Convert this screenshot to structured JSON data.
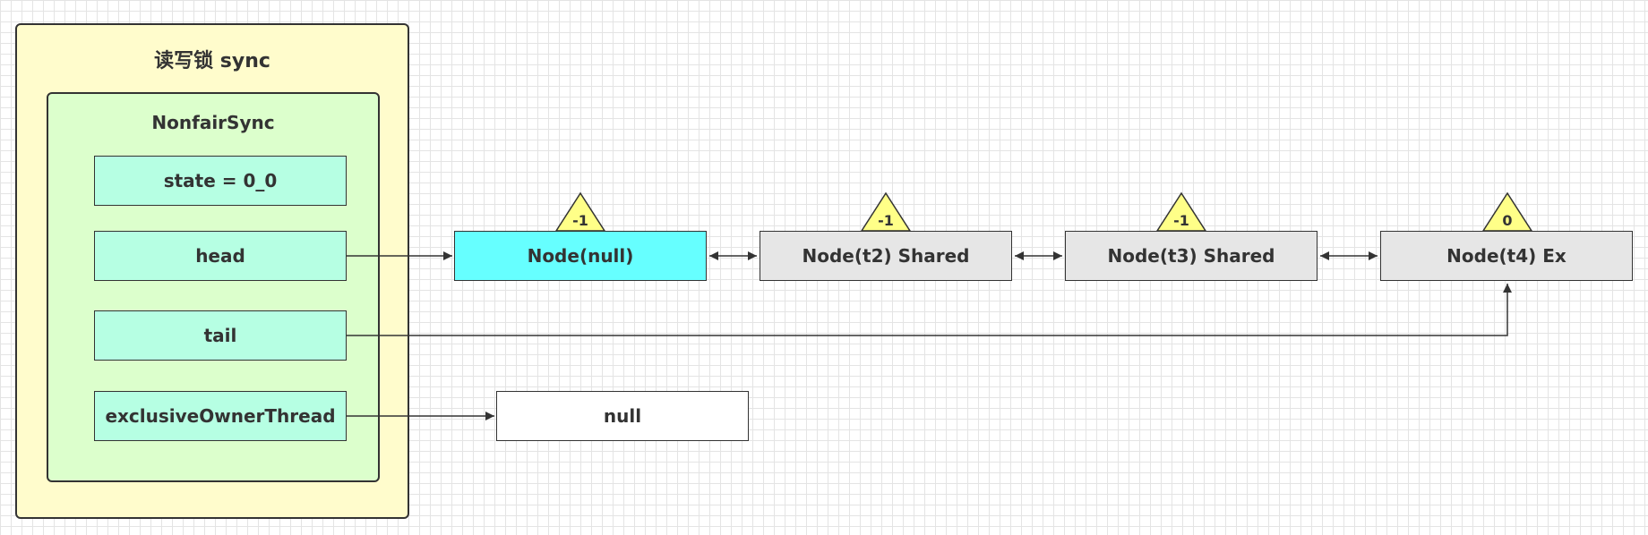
{
  "sync": {
    "title": "读写锁 sync",
    "inner_title": "NonfairSync",
    "fields": {
      "state": "state = 0_0",
      "head": "head",
      "tail": "tail",
      "exclusiveOwnerThread": "exclusiveOwnerThread"
    }
  },
  "nodes": [
    {
      "label": "Node(null)",
      "waitStatus": "-1",
      "color": "#66ffff"
    },
    {
      "label": "Node(t2) Shared",
      "waitStatus": "-1",
      "color": "#e6e6e6"
    },
    {
      "label": "Node(t3) Shared",
      "waitStatus": "-1",
      "color": "#e6e6e6"
    },
    {
      "label": "Node(t4) Ex",
      "waitStatus": "0",
      "color": "#e6e6e6"
    }
  ],
  "owner": {
    "label": "null"
  },
  "colors": {
    "triangle": "#ffff88",
    "outer": "#fffccc",
    "inner": "#dcffcc",
    "field": "#b6ffe3"
  }
}
